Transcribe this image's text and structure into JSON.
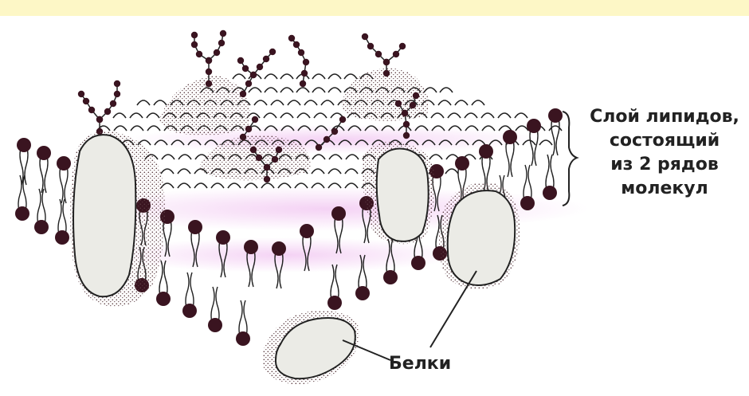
{
  "labels": {
    "lipid_layer": [
      "Слой липидов,",
      "состоящий",
      "из 2 рядов",
      "молекул"
    ],
    "proteins": "Белки"
  },
  "colors": {
    "background": "#ffffff",
    "top_band": "#fdf7c6",
    "lipid_head": "#3a1420",
    "membrane_tint": "#f3cdf3",
    "protein_fill": "#ebebe6",
    "outline": "#222222"
  }
}
